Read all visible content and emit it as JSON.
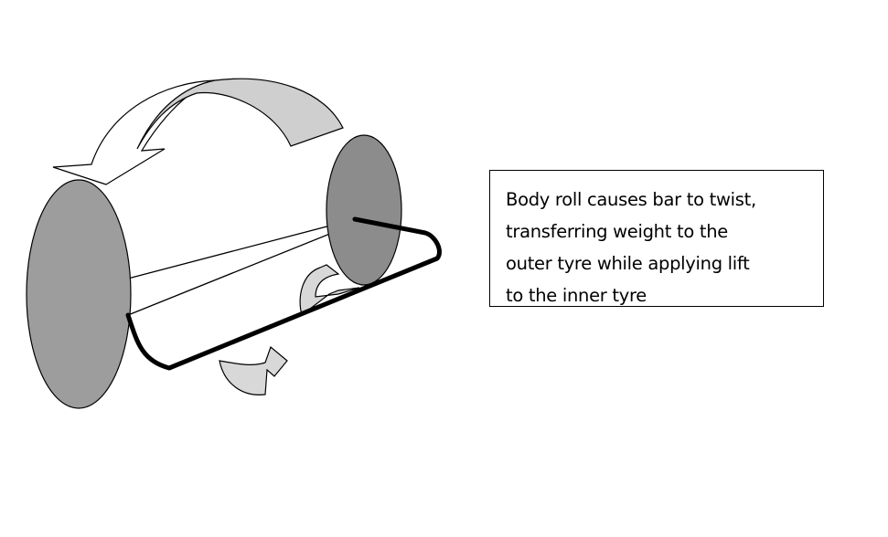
{
  "caption": {
    "lines": [
      "Body roll causes bar to twist,",
      "transferring weight to the",
      "outer tyre while applying  lift",
      "to the inner tyre"
    ]
  },
  "colors": {
    "outline": "#000000",
    "tyre_front_fill": "#9d9d9d",
    "tyre_rear_fill": "#8c8c8c",
    "roll_arrow_shade": "#cfcfcf",
    "twist_arrow_shade": "#d8d8d8",
    "anti_roll_bar": "#000000"
  }
}
